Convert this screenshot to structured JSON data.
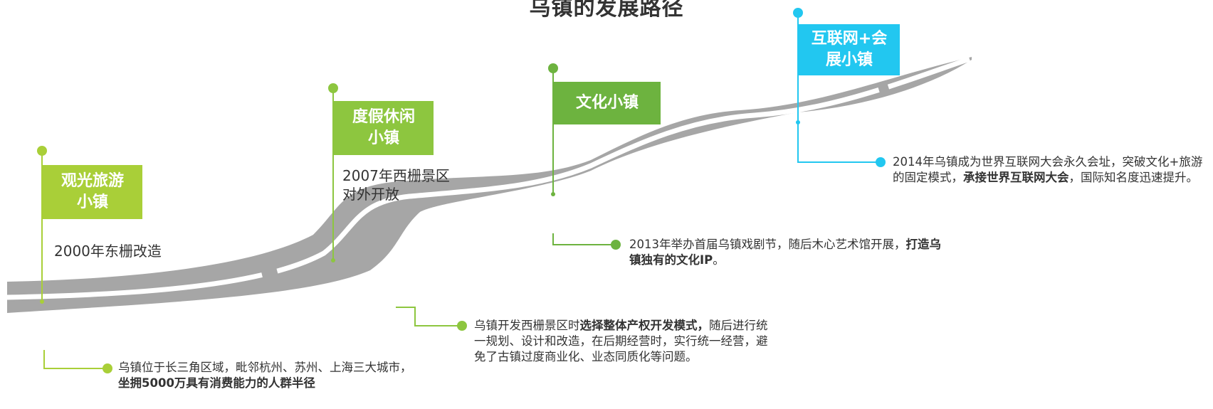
{
  "title": "乌镇的发展路径",
  "colors": {
    "stage1": "#a9cf38",
    "stage2": "#8dc63f",
    "stage3": "#6db33f",
    "stage4": "#22c7f0",
    "road": "#a6a6a6"
  },
  "stages": [
    {
      "label_line1": "观光旅游",
      "label_line2": "小镇",
      "note": "2000年东栅改造"
    },
    {
      "label_line1": "度假休闲",
      "label_line2": "小镇",
      "note_line1": "2007年西栅景区",
      "note_line2": "对外开放"
    },
    {
      "label": "文化小镇"
    },
    {
      "label_line1": "互联网+会",
      "label_line2": "展小镇"
    }
  ],
  "descriptions": [
    {
      "part1": "乌镇位于长三角区域，毗邻杭州、苏州、上海三大城市，",
      "bold": "坐拥5000万具有消费能力的人群半径"
    },
    {
      "part1": "乌镇开发西栅景区时",
      "bold": "选择整体产权开发模式，",
      "part2": "随后进行统一规划、设计和改造，在后期经营时，实行统一经营，避免了古镇过度商业化、业态同质化等问题。"
    },
    {
      "part1": "2013年举办首届乌镇戏剧节，随后木心艺术馆开展，",
      "bold": "打造乌镇独有的文化IP",
      "part2": "。"
    },
    {
      "part1": "2014年乌镇成为世界互联网大会永久会址，突破文化+旅游的固定模式，",
      "bold": "承接世界互联网大会",
      "part2": "，国际知名度迅速提升。"
    }
  ]
}
